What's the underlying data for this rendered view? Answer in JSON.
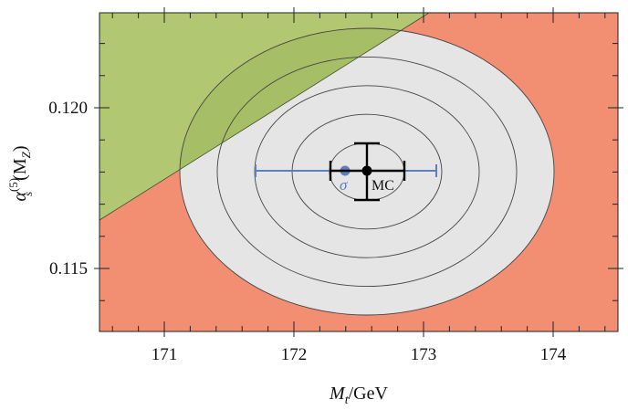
{
  "chart_data": {
    "type": "contour",
    "title": "",
    "xlabel": "M_t/GeV",
    "ylabel": "alpha_s^(5)(M_Z)",
    "xlim": [
      170.5,
      174.5
    ],
    "ylim": [
      0.113,
      0.123
    ],
    "x_ticks": [
      171,
      172,
      173,
      174
    ],
    "x_tick_labels": [
      "171",
      "172",
      "173",
      "174"
    ],
    "y_ticks": [
      0.115,
      0.12
    ],
    "y_tick_labels": [
      "0.115",
      "0.120"
    ],
    "grid": false,
    "regions": [
      {
        "name": "excluded-upper-left",
        "color": "#b1c771",
        "boundary_line": {
          "from": [
            170.5,
            0.1165
          ],
          "to": [
            173.04,
            0.123
          ]
        }
      },
      {
        "name": "excluded-background",
        "color": "#f28e72"
      },
      {
        "name": "allowed-ellipse",
        "color": "#e5e5e5"
      }
    ],
    "contours": {
      "center": [
        172.58,
        0.118
      ],
      "n": 5,
      "semi_axis_x_GeV": [
        0.289,
        0.577,
        0.866,
        1.155,
        1.444
      ],
      "semi_axis_y": [
        0.00089,
        0.00178,
        0.00268,
        0.00357,
        0.00446
      ]
    },
    "points": [
      {
        "label": "MC",
        "x": 172.58,
        "y": 0.118,
        "xerr": 0.285,
        "yerr": 0.00088,
        "color": "#000000"
      },
      {
        "label": "σ",
        "x": 172.41,
        "y": 0.118,
        "xerr_low": 0.71,
        "xerr_high": 0.69,
        "color": "#5b7fbf"
      }
    ]
  },
  "labels": {
    "x_axis": {
      "main": "M",
      "sub": "t",
      "unit": "/GeV"
    },
    "y_axis": {
      "alpha": "α",
      "sub": "s",
      "sup": "(5)",
      "arg_open": "(M",
      "arg_sub": "Z",
      "arg_close": ")"
    },
    "point_mc": "MC",
    "point_sigma": "σ",
    "x_ticks": [
      "171",
      "172",
      "173",
      "174"
    ],
    "y_ticks": [
      "0.120",
      "0.115"
    ]
  },
  "colors": {
    "green": "#b1c771",
    "salmon": "#f28e72",
    "grey": "#e5e5e5",
    "blue": "#5b7fbf",
    "black": "#000000"
  }
}
